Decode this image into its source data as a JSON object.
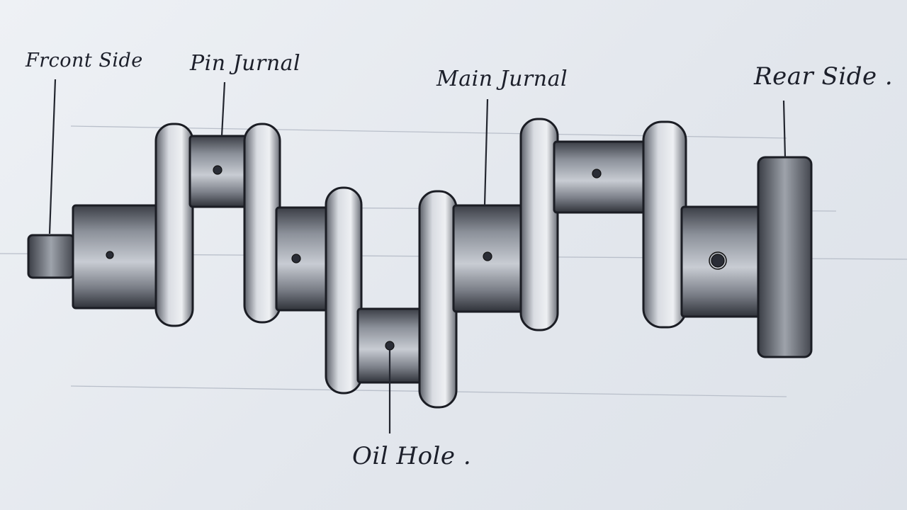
{
  "diagram": {
    "labels": {
      "front_side": "Frcont Side",
      "pin_journal": "Pin Jurnal",
      "main_journal": "Main Jurnal",
      "rear_side": "Rear Side .",
      "oil_hole": "Oil Hole ."
    }
  }
}
